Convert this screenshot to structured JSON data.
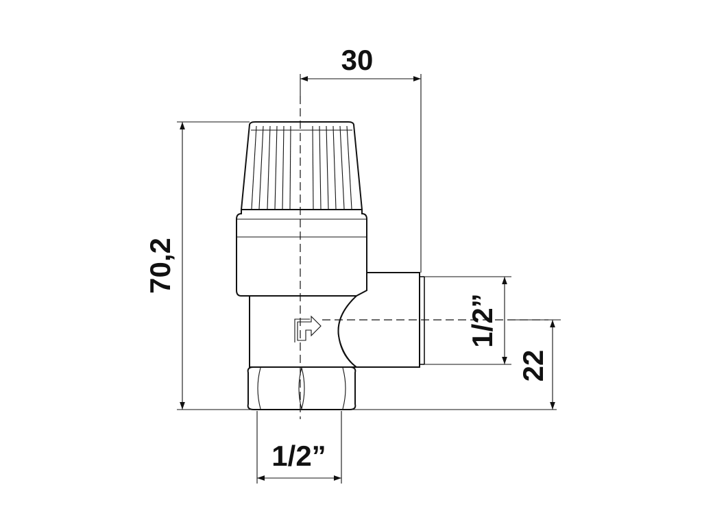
{
  "dimensions": {
    "width_top": "30",
    "height_total": "70,2",
    "outlet_thread": "1/2”",
    "outlet_height": "22",
    "inlet_thread": "1/2”"
  },
  "colors": {
    "line": "#111111",
    "background": "#ffffff"
  }
}
